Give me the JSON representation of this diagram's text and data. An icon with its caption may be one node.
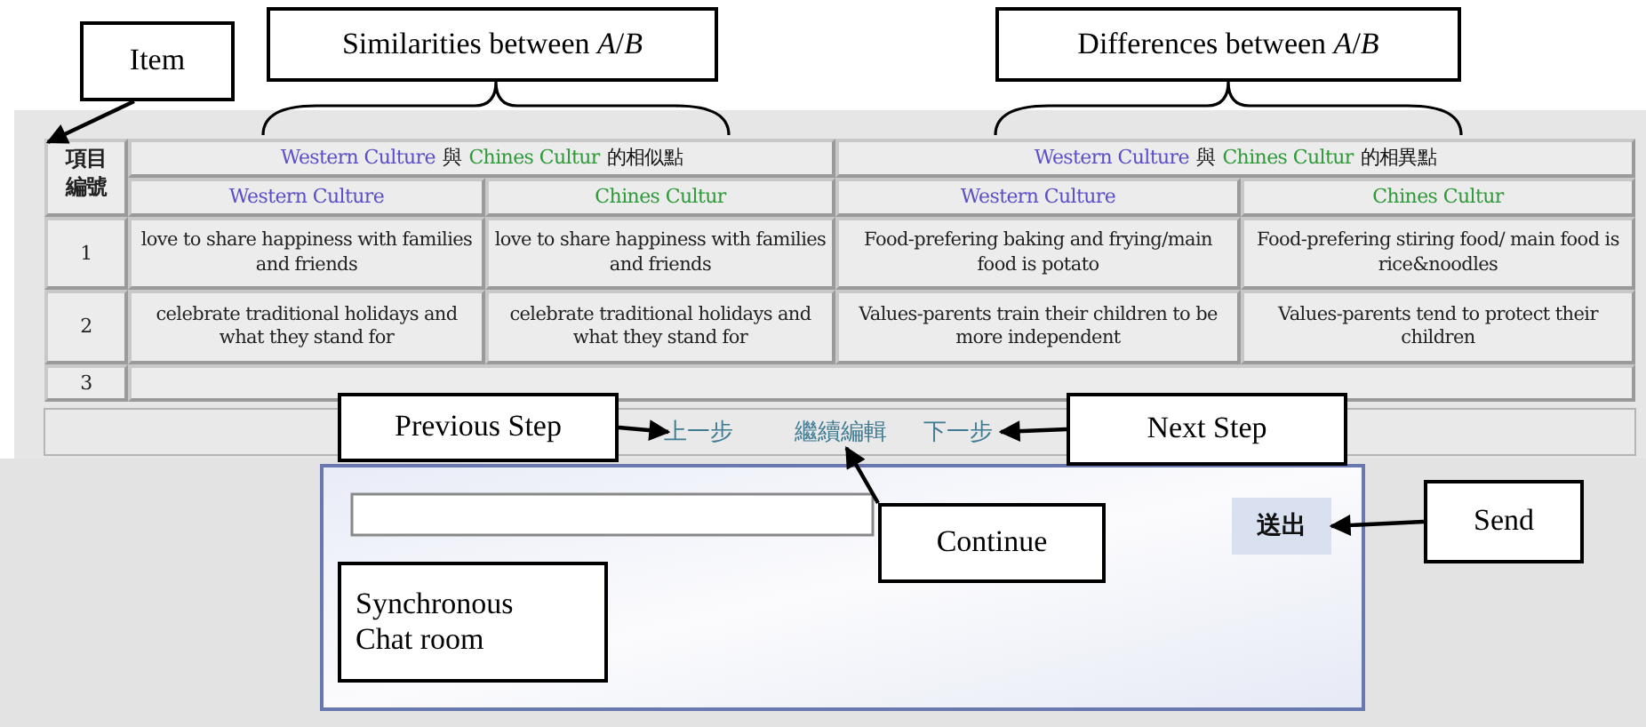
{
  "diagram": {
    "nodes": [
      {
        "text": [
          "Item"
        ]
      },
      {
        "text": [
          "Similarities between *A*/*B*"
        ]
      },
      {
        "text": [
          "Differences between *A*/*B*"
        ]
      },
      {
        "text": [
          "Previous Step"
        ]
      },
      {
        "text": [
          "Next Step"
        ]
      },
      {
        "text": [
          "Continue"
        ]
      },
      {
        "text": [
          "Send"
        ]
      },
      {
        "text": [
          "Synchronous Chat room"
        ]
      },
      {
        "text": [
          "項目編號"
        ]
      },
      {
        "text": [
          "Western Culture",
          "與",
          "Chines Cultur",
          "的相似點"
        ]
      },
      {
        "text": [
          "Western Culture",
          "與",
          "Chines Cultur",
          "的相異點"
        ]
      },
      {
        "text": [
          "上一步"
        ]
      },
      {
        "text": [
          "繼續編輯"
        ]
      },
      {
        "text": [
          "下一步"
        ]
      },
      {
        "text": [
          "送出"
        ]
      },
      {
        "text": [
          "Western Culture"
        ]
      },
      {
        "text": [
          "Chines Cultur"
        ]
      },
      {
        "text": [
          "Western Culture"
        ]
      },
      {
        "text": [
          "Chines Cultur"
        ]
      },
      {
        "text": [
          "1"
        ]
      },
      {
        "text": [
          "love to share happiness with families and friends"
        ]
      },
      {
        "text": [
          "love to share happiness with families and friends"
        ]
      },
      {
        "text": [
          "Food-prefering baking and frying/main food is potato"
        ]
      },
      {
        "text": [
          "Food-prefering stiring food/ main food is rice&noodles"
        ]
      },
      {
        "text": [
          "2"
        ]
      },
      {
        "text": [
          "celebrate traditional holidays and what they stand for"
        ]
      },
      {
        "text": [
          "celebrate traditional holidays and what they stand for"
        ]
      },
      {
        "text": [
          "Values-parents train their children to be more independent"
        ]
      },
      {
        "text": [
          "Values-parents tend to protect their children"
        ]
      },
      {
        "text": [
          "3"
        ]
      },
      {
        "text": [],
        "shape": "box"
      }
    ],
    "edges": [
      {
        "from": 0,
        "to": 8,
        "arrow": "to"
      },
      {
        "from": 3,
        "to": 11,
        "arrow": "to"
      },
      {
        "from": 4,
        "to": 13,
        "arrow": "to"
      },
      {
        "from": 5,
        "to": 12,
        "arrow": "to"
      },
      {
        "from": 6,
        "to": 14,
        "arrow": "to"
      }
    ]
  }
}
